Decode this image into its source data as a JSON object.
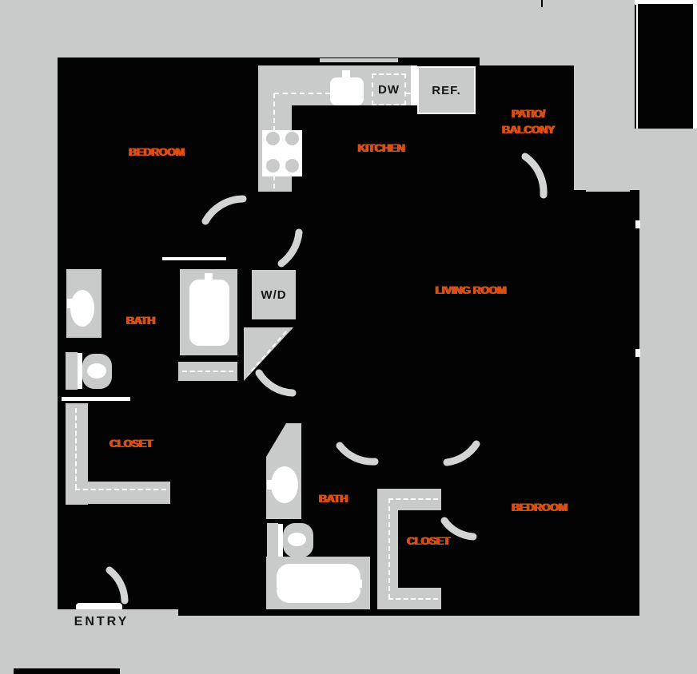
{
  "palette": {
    "background": "#c9caca",
    "floor": "#030303",
    "fixture": "#c9cbca",
    "arc": "#d3d5d5",
    "dash": "#ffffff",
    "label": "#d94e15",
    "dark": "#161616",
    "white": "#ffffff"
  },
  "plan": {
    "type": "apartment-floor-plan",
    "rooms": [
      {
        "id": "bedroom-1",
        "label": "BEDROOM"
      },
      {
        "id": "kitchen",
        "label": "KITCHEN"
      },
      {
        "id": "patio-balcony",
        "label": "PATIO/",
        "label2": "BALCONY"
      },
      {
        "id": "living-room",
        "label": "LIVING ROOM"
      },
      {
        "id": "bath-1",
        "label": "BATH"
      },
      {
        "id": "closet-1",
        "label": "CLOSET"
      },
      {
        "id": "bath-2",
        "label": "BATH"
      },
      {
        "id": "closet-2",
        "label": "CLOSET"
      },
      {
        "id": "bedroom-2",
        "label": "BEDROOM"
      },
      {
        "id": "entry",
        "label": "ENTRY"
      }
    ],
    "appliances": [
      {
        "id": "washer-dryer",
        "label": "W/D"
      },
      {
        "id": "dishwasher",
        "label": "DW"
      },
      {
        "id": "refrigerator",
        "label": "REF."
      }
    ]
  }
}
